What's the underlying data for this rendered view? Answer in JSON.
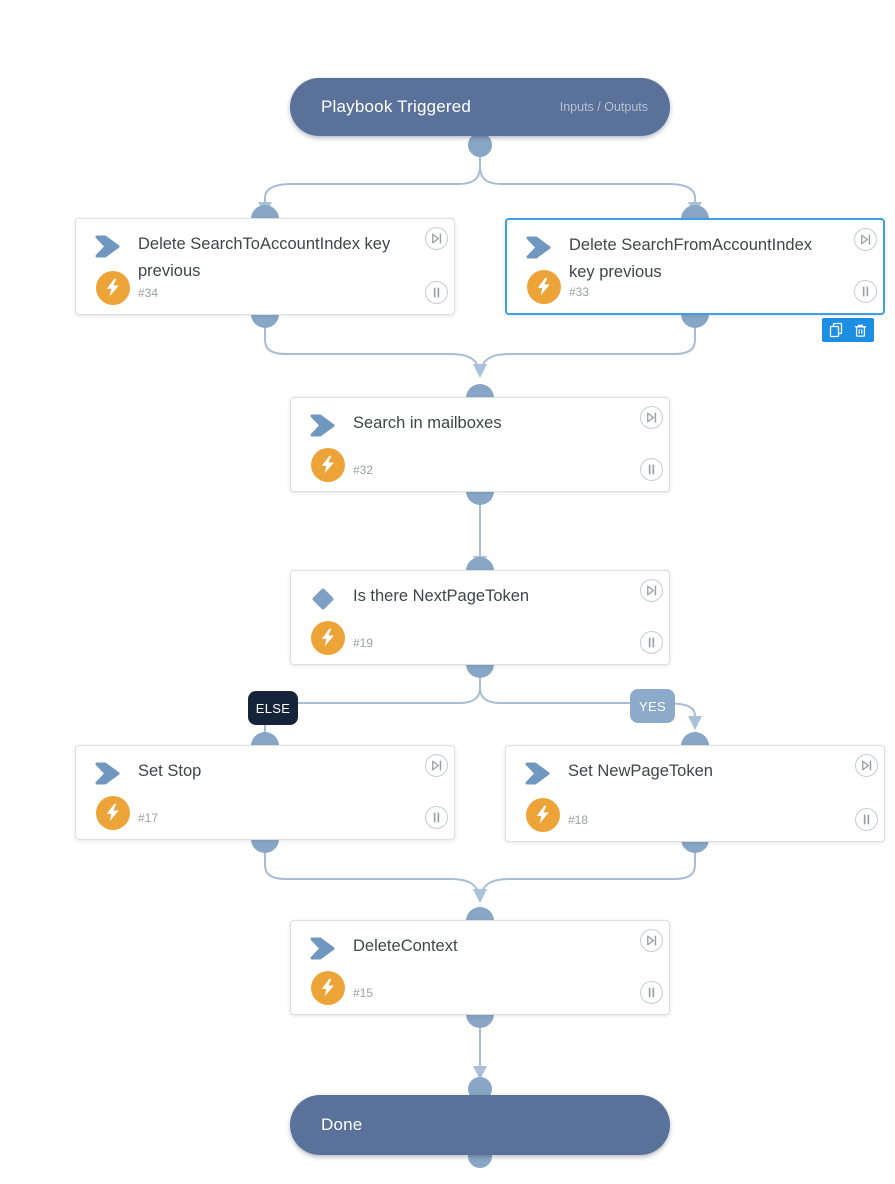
{
  "header": {
    "title": "Playbook Triggered",
    "io_label": "Inputs / Outputs"
  },
  "done": {
    "label": "Done"
  },
  "branch": {
    "else_label": "ELSE",
    "yes_label": "YES"
  },
  "nodes": [
    {
      "id": "#34",
      "title": "Delete SearchToAccountIndex key previous",
      "type": "task",
      "icon": "chevron-task-icon",
      "selected": false
    },
    {
      "id": "#33",
      "title": "Delete SearchFromAccountIndex key previous",
      "type": "task",
      "icon": "chevron-task-icon",
      "selected": true
    },
    {
      "id": "#32",
      "title": "Search in mailboxes",
      "type": "task",
      "icon": "chevron-task-icon",
      "selected": false
    },
    {
      "id": "#19",
      "title": "Is there NextPageToken",
      "type": "condition",
      "icon": "diamond-condition-icon",
      "selected": false
    },
    {
      "id": "#17",
      "title": "Set Stop",
      "type": "task",
      "icon": "chevron-task-icon",
      "selected": false
    },
    {
      "id": "#18",
      "title": "Set NewPageToken",
      "type": "task",
      "icon": "chevron-task-icon",
      "selected": false
    },
    {
      "id": "#15",
      "title": "DeleteContext",
      "type": "task",
      "icon": "chevron-task-icon",
      "selected": false
    }
  ],
  "node_buttons": {
    "run_icon": "skip-run-icon",
    "pause_icon": "pause-icon",
    "automation_icon": "lightning-icon"
  },
  "selection_toolbar": {
    "icons": [
      "copy-icon",
      "trash-icon"
    ]
  },
  "colors": {
    "pill_bg": "#5a7199",
    "pill_io_text": "#b6c2d6",
    "connector_dot": "#88a6c6",
    "connector_line": "#a6bdd5",
    "arrowhead": "#a9c2da",
    "selected_border": "#3e9fe5",
    "toolbar_bg": "#1d8fe2",
    "task_icon_blue": "#7097bf",
    "automation_orange": "#eca438",
    "else_bg": "#15233b",
    "yes_bg": "#8cabcb",
    "title_text": "#404549",
    "id_text": "#9b9fa3"
  }
}
